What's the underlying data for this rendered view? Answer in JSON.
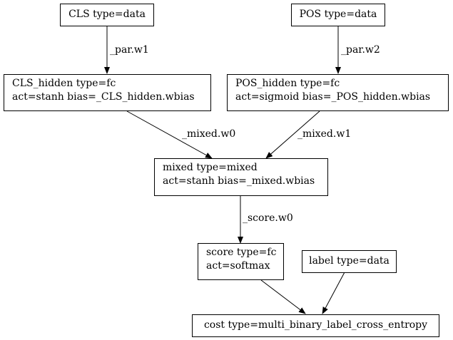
{
  "nodes": {
    "cls": {
      "lines": [
        "CLS type=data"
      ]
    },
    "pos": {
      "lines": [
        "POS type=data"
      ]
    },
    "cls_hidden": {
      "lines": [
        "CLS_hidden type=fc",
        "act=stanh bias=_CLS_hidden.wbias"
      ]
    },
    "pos_hidden": {
      "lines": [
        "POS_hidden type=fc",
        "act=sigmoid bias=_POS_hidden.wbias"
      ]
    },
    "mixed": {
      "lines": [
        "mixed type=mixed",
        "act=stanh bias=_mixed.wbias"
      ]
    },
    "score": {
      "lines": [
        "score type=fc",
        "act=softmax"
      ]
    },
    "label": {
      "lines": [
        "label type=data"
      ]
    },
    "cost": {
      "lines": [
        "cost type=multi_binary_label_cross_entropy"
      ]
    }
  },
  "edges": [
    {
      "from": "cls",
      "to": "cls_hidden",
      "label": "_par.w1"
    },
    {
      "from": "pos",
      "to": "pos_hidden",
      "label": "_par.w2"
    },
    {
      "from": "cls_hidden",
      "to": "mixed",
      "label": "_mixed.w0"
    },
    {
      "from": "pos_hidden",
      "to": "mixed",
      "label": "_mixed.w1"
    },
    {
      "from": "mixed",
      "to": "score",
      "label": "_score.w0"
    },
    {
      "from": "score",
      "to": "cost",
      "label": ""
    },
    {
      "from": "label",
      "to": "cost",
      "label": ""
    }
  ]
}
